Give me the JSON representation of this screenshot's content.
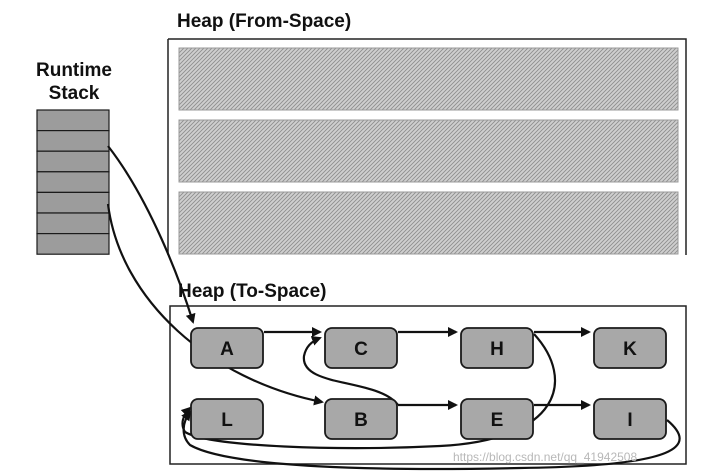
{
  "runtime_stack": {
    "title_line1": "Runtime",
    "title_line2": "Stack",
    "slots": 7
  },
  "from_space": {
    "title": "Heap (From-Space)",
    "blocks": 3
  },
  "to_space": {
    "title": "Heap (To-Space)",
    "nodes": [
      {
        "id": "A",
        "label": "A"
      },
      {
        "id": "C",
        "label": "C"
      },
      {
        "id": "H",
        "label": "H"
      },
      {
        "id": "K",
        "label": "K"
      },
      {
        "id": "L",
        "label": "L"
      },
      {
        "id": "B",
        "label": "B"
      },
      {
        "id": "E",
        "label": "E"
      },
      {
        "id": "I",
        "label": "I"
      }
    ]
  },
  "edges": [
    {
      "from": "stack-slot-2",
      "to": "A"
    },
    {
      "from": "stack-slot-5",
      "to": "B"
    },
    {
      "from": "A",
      "to": "C"
    },
    {
      "from": "C",
      "to": "H"
    },
    {
      "from": "H",
      "to": "K"
    },
    {
      "from": "B",
      "to": "E"
    },
    {
      "from": "E",
      "to": "I"
    },
    {
      "from": "B",
      "to": "C"
    },
    {
      "from": "H",
      "to": "L"
    },
    {
      "from": "I",
      "to": "L"
    }
  ],
  "watermark": "https://blog.csdn.net/qq_41942508",
  "colors": {
    "stack_slot": "#9c9c9c",
    "node_fill": "#a8a8a8",
    "stroke": "#1a1a1a"
  }
}
